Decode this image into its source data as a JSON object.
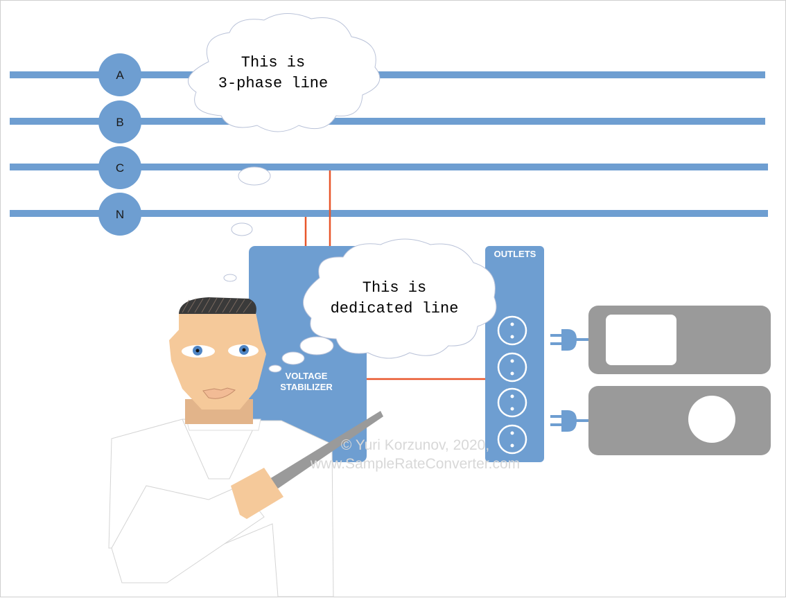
{
  "phase_lines": [
    {
      "label": "A"
    },
    {
      "label": "B"
    },
    {
      "label": "C"
    },
    {
      "label": "N"
    }
  ],
  "bubbles": {
    "three_phase": {
      "line1": "This is",
      "line2": "3-phase line"
    },
    "dedicated": {
      "line1": "This is",
      "line2": "dedicated line"
    }
  },
  "stabilizer": {
    "line1": "VOLTAGE",
    "line2": "STABILIZER"
  },
  "outlets": {
    "title": "OUTLETS",
    "count": 4
  },
  "copyright": {
    "line1": "© Yuri Korzunov, 2020,",
    "line2": "www.SampleRateConverter.com"
  },
  "colors": {
    "line_blue": "#6e9ed1",
    "wire_orange": "#e8562a",
    "device_gray": "#9a9a9a",
    "skin": "#f5c99a",
    "neck": "#e2b48a"
  }
}
